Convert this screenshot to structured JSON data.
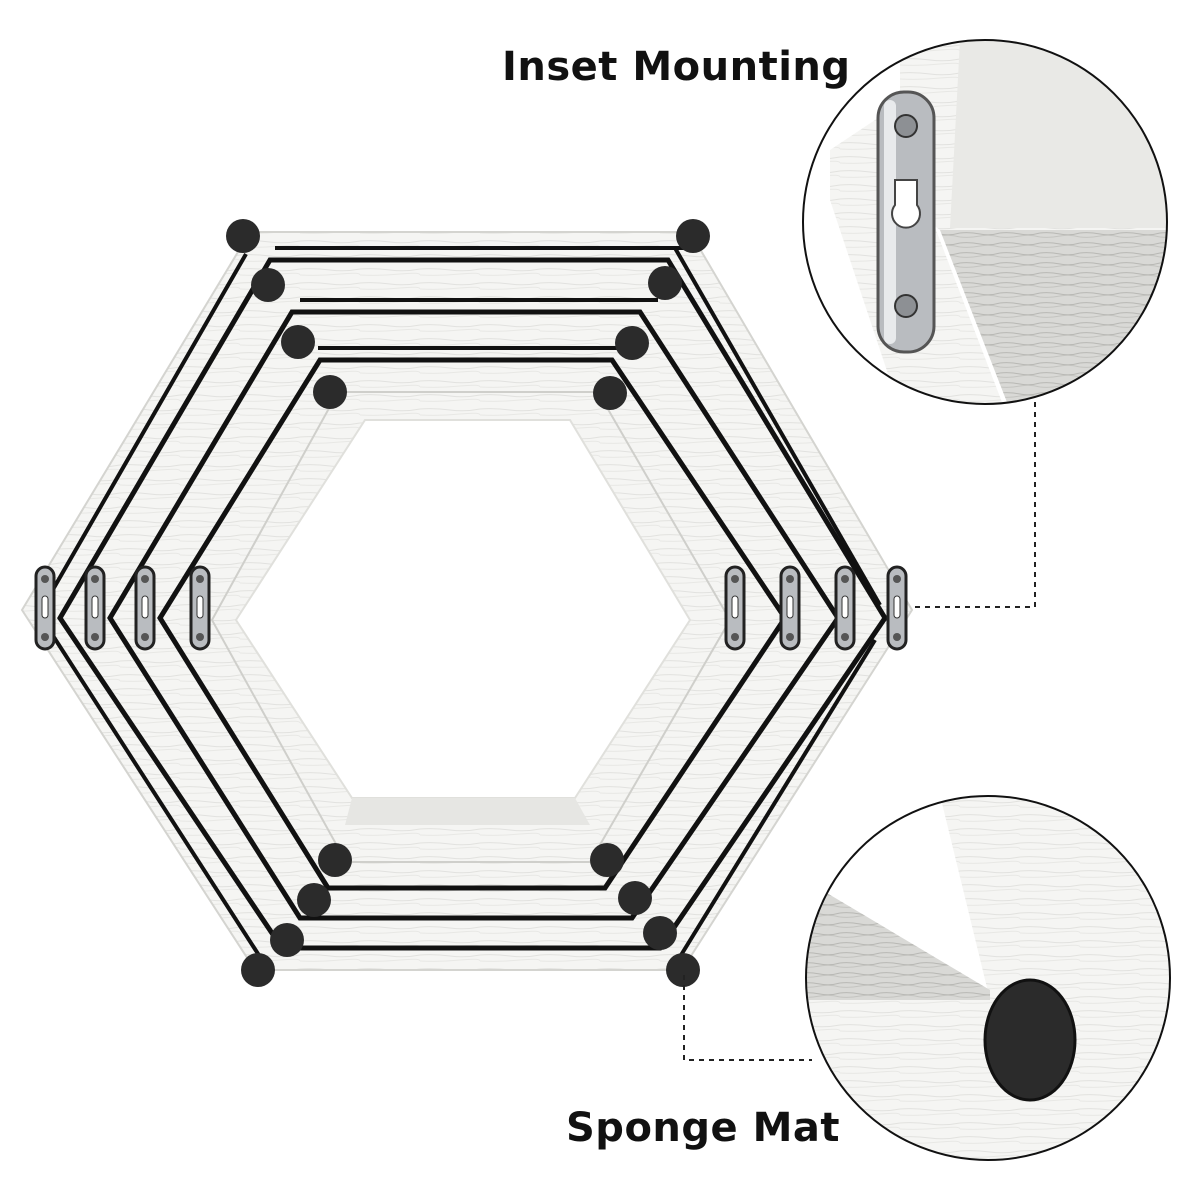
{
  "callouts": {
    "inset_mounting": {
      "label": "Inset Mounting"
    },
    "sponge_mat": {
      "label": "Sponge Mat"
    }
  },
  "product": {
    "shelf_count": 4,
    "shelf_color": "#f4f4f2",
    "edge_color": "#111111",
    "pad_color": "#2b2b2b",
    "bracket_color": "#b9bcc0"
  }
}
